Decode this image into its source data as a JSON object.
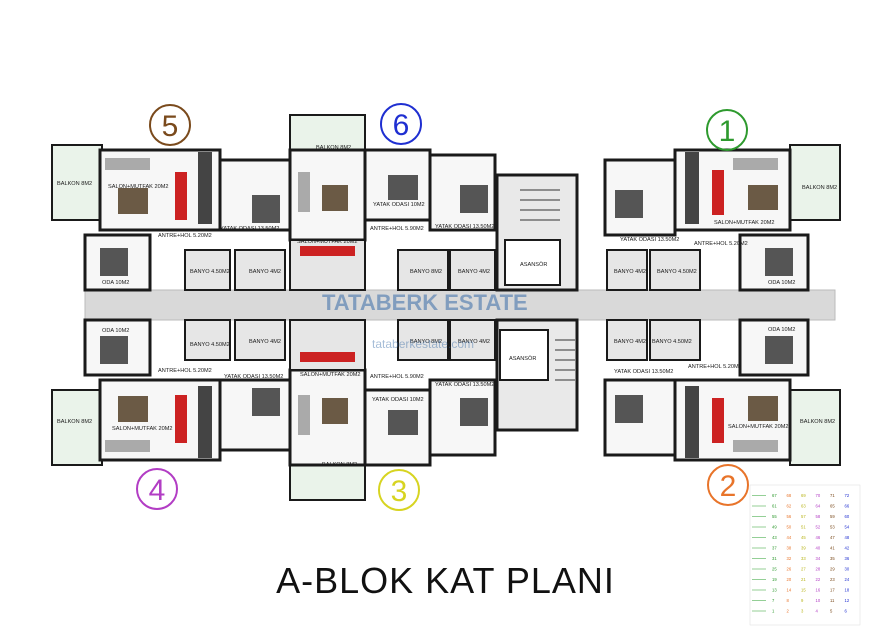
{
  "title": "A-BLOK KAT PLANI",
  "watermark": {
    "brand": "TATABERK ESTATE",
    "url": "tataberkestate.com"
  },
  "colors": {
    "unit1": "#2e9a2e",
    "unit2": "#e8742a",
    "unit3": "#d7d421",
    "unit4": "#b23dc4",
    "unit5": "#7a4a1c",
    "unit6": "#1f2fd1"
  },
  "units": [
    {
      "number": "5",
      "color_key": "unit5",
      "rooms": {
        "balkon": "BALKON 8M2",
        "salon": "SALON+MUTFAK 20M2",
        "antre": "ANTRE+HOL 5.20M2",
        "yatak": "YATAK ODASI 13.50M2",
        "oda": "ODA 10M2",
        "banyo1": "BANYO 4.50M2",
        "banyo2": "BANYO 4M2"
      }
    },
    {
      "number": "6",
      "color_key": "unit6",
      "rooms": {
        "balkon": "BALKON 8M2",
        "salon": "SALON+MUTFAK 20M2",
        "antre": "ANTRE+HOL 5.90M2",
        "yatak1": "YATAK ODASI 10M2",
        "yatak2": "YATAK ODASI 13.50M2",
        "banyo1": "BANYO 8M2",
        "banyo2": "BANYO 4M2"
      }
    },
    {
      "number": "1",
      "color_key": "unit1",
      "rooms": {
        "balkon": "BALKON 8M2",
        "salon": "SALON+MUTFAK 20M2",
        "antre": "ANTRE+HOL 5.20M2",
        "yatak": "YATAK ODASI 13.50M2",
        "oda": "ODA 10M2",
        "banyo1": "BANYO 4M2",
        "banyo2": "BANYO 4.50M2"
      }
    },
    {
      "number": "4",
      "color_key": "unit4",
      "rooms": {
        "balkon": "BALKON 8M2",
        "salon": "SALON+MUTFAK 20M2",
        "antre": "ANTRE+HOL 5.20M2",
        "yatak": "YATAK ODASI 13.50M2",
        "oda": "ODA 10M2",
        "banyo1": "BANYO 4.50M2",
        "banyo2": "BANYO 4M2"
      }
    },
    {
      "number": "3",
      "color_key": "unit3",
      "rooms": {
        "balkon": "BALKON 8M2",
        "salon": "SALON+MUTFAK 20M2",
        "antre": "ANTRE+HOL 5.90M2",
        "yatak1": "YATAK ODASI 10M2",
        "yatak2": "YATAK ODASI 13.50M2",
        "banyo1": "BANYO 8M2",
        "banyo2": "BANYO 4M2"
      }
    },
    {
      "number": "2",
      "color_key": "unit2",
      "rooms": {
        "balkon": "BALKON 8M2",
        "salon": "SALON+MUTFAK 20M2",
        "antre": "ANTRE+HOL 5.20M2",
        "yatak": "YATAK ODASI 13.50M2",
        "oda": "ODA 10M2",
        "banyo1": "BANYO 4M2",
        "banyo2": "BANYO 4.50M2"
      }
    }
  ],
  "core": {
    "asansor_top": "ASANSÖR",
    "asansor_bottom": "ASANSÖR"
  },
  "floor_table": {
    "rows": [
      [
        "67",
        "68",
        "69",
        "70",
        "71",
        "72"
      ],
      [
        "61",
        "62",
        "63",
        "64",
        "65",
        "66"
      ],
      [
        "55",
        "56",
        "57",
        "58",
        "59",
        "60"
      ],
      [
        "49",
        "50",
        "51",
        "52",
        "53",
        "54"
      ],
      [
        "43",
        "44",
        "45",
        "46",
        "47",
        "48"
      ],
      [
        "37",
        "38",
        "39",
        "40",
        "41",
        "42"
      ],
      [
        "31",
        "32",
        "33",
        "34",
        "35",
        "36"
      ],
      [
        "25",
        "26",
        "27",
        "28",
        "29",
        "30"
      ],
      [
        "19",
        "20",
        "21",
        "22",
        "23",
        "24"
      ],
      [
        "13",
        "14",
        "15",
        "16",
        "17",
        "18"
      ],
      [
        "7",
        "8",
        "9",
        "10",
        "11",
        "12"
      ],
      [
        "1",
        "2",
        "3",
        "4",
        "5",
        "6"
      ]
    ],
    "column_colors": [
      "#2e9a2e",
      "#e8742a",
      "#b8b51a",
      "#b23dc4",
      "#7a4a1c",
      "#1f2fd1"
    ]
  }
}
